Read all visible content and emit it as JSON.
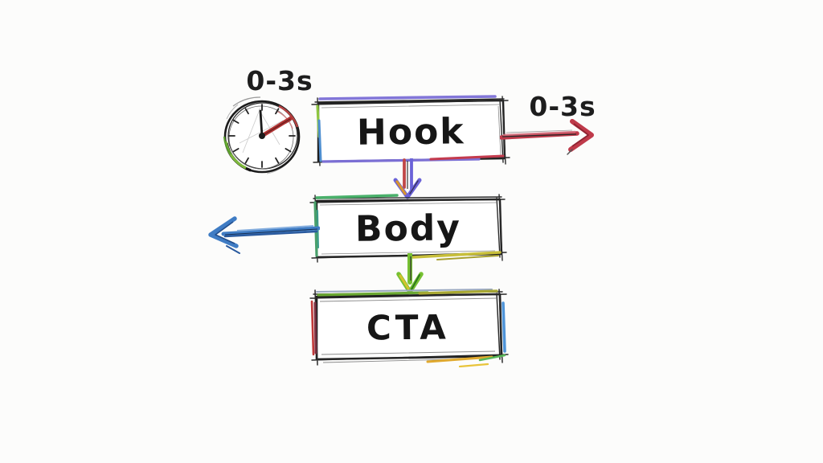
{
  "diagram": {
    "clock_label": "0-3s",
    "arrow_label": "0-3s",
    "steps": [
      {
        "label": "Hook"
      },
      {
        "label": "Body"
      },
      {
        "label": "CTA"
      }
    ],
    "colors": {
      "ink": "#1d1d1d",
      "red": "#bf3a4a",
      "blue": "#3f7cc4",
      "green": "#76c032",
      "purple": "#6a62d8",
      "yellow": "#d6c22e",
      "background": "#fcfcfb"
    }
  }
}
